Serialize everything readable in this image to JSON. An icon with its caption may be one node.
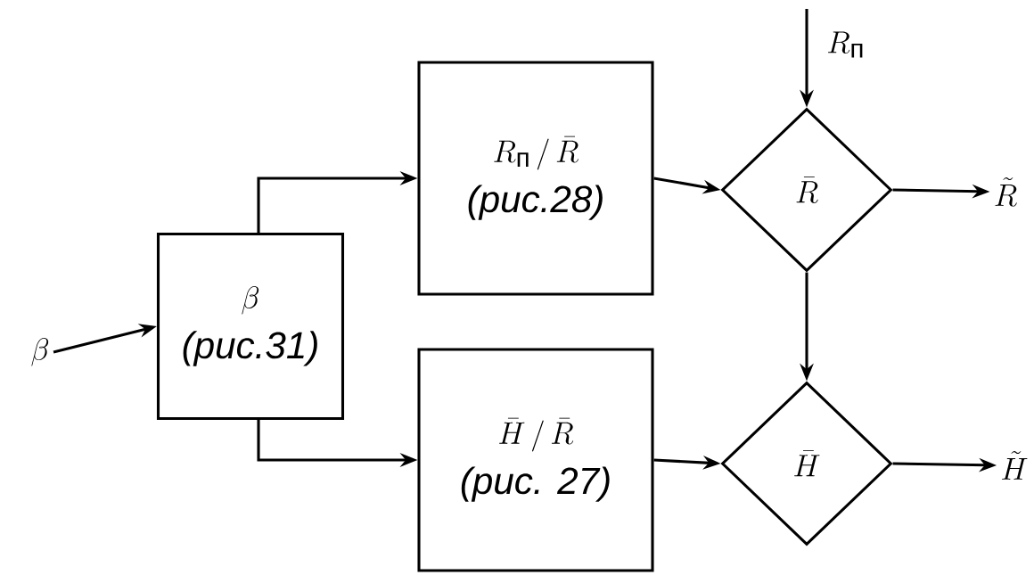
{
  "diagram": {
    "nodes": [
      {
        "text": [
          "\\beta"
        ]
      },
      {
        "text": [
          "\\beta",
          "(рис.31)"
        ]
      },
      {
        "text": [
          "R_{\\text{п}}\\,/\\,\\bar{R}",
          "(рис.28)"
        ]
      },
      {
        "text": [
          "\\bar{H}\\,/\\,\\bar{R}",
          "(рис. 27)"
        ]
      },
      {
        "text": [
          "\\bar{R}"
        ]
      },
      {
        "text": [
          "\\bar{H}"
        ]
      },
      {
        "text": [
          "\\tilde{R}"
        ]
      },
      {
        "text": [
          "\\tilde{H}"
        ]
      }
    ],
    "edges": [
      {
        "from": 0,
        "to": 1,
        "arrow": "to"
      },
      {
        "from": 1,
        "to": 2,
        "arrow": "to"
      },
      {
        "from": 1,
        "to": 3,
        "arrow": "to"
      },
      {
        "from": 2,
        "to": 4,
        "arrow": "to"
      },
      {
        "from": 3,
        "to": 5,
        "arrow": "to"
      },
      {
        "from": null,
        "to": 4,
        "arrow": "to",
        "label": "R_{\\text{п}}"
      },
      {
        "from": 4,
        "to": 5,
        "arrow": "to"
      },
      {
        "from": 4,
        "to": 6,
        "arrow": "to"
      },
      {
        "from": 5,
        "to": 7,
        "arrow": "to"
      }
    ]
  }
}
